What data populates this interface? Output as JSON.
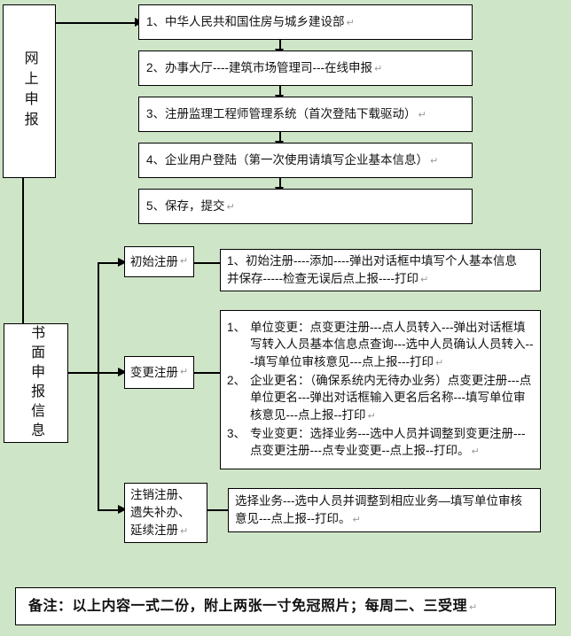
{
  "diagram": {
    "title_left_top": "网上申报",
    "title_left_bottom": "书面申报信息",
    "background_color": "#cfe5c8",
    "box_fill": "#ffffff",
    "line_color": "#000000"
  },
  "online_steps": [
    {
      "num": "1、",
      "text": "中华人民共和国住房与城乡建设部"
    },
    {
      "num": "2、",
      "text": "办事大厅----建筑市场管理司---在线申报"
    },
    {
      "num": "3、",
      "text": "注册监理工程师管理系统（首次登陆下载驱动）"
    },
    {
      "num": "4、",
      "text": "企业用户登陆（第一次使用请填写企业基本信息）"
    },
    {
      "num": "5、",
      "text": "保存，提交"
    }
  ],
  "branches": {
    "initial": {
      "label": "初始注册",
      "detail_line1": "1、初始注册----添加----弹出对话框中填写个人基本信息",
      "detail_line2": "并保存-----检查无误后点上报----打印"
    },
    "change": {
      "label": "变更注册",
      "items": [
        {
          "num": "1、",
          "text": "单位变更：点变更注册---点人员转入---弹出对话框填写转入人员基本信息点查询---选中人员确认人员转入---填写单位审核意见---点上报---打印"
        },
        {
          "num": "2、",
          "text": "企业更名：（确保系统内无待办业务）点变更注册---点单位更名---弹出对话框输入更名后名称---填写单位审核意见---点上报--打印"
        },
        {
          "num": "3、",
          "text": "专业变更：选择业务---选中人员并调整到变更注册---点变更注册---点专业变更--点上报--打印。"
        }
      ]
    },
    "cancel": {
      "label": "注销注册、\n遗失补办、\n延续注册",
      "detail": "选择业务---选中人员并调整到相应业务—填写单位审核意见---点上报--打印。"
    }
  },
  "footer": {
    "note": "备注：以上内容一式二份，附上两张一寸免冠照片；每周二、三受理"
  }
}
